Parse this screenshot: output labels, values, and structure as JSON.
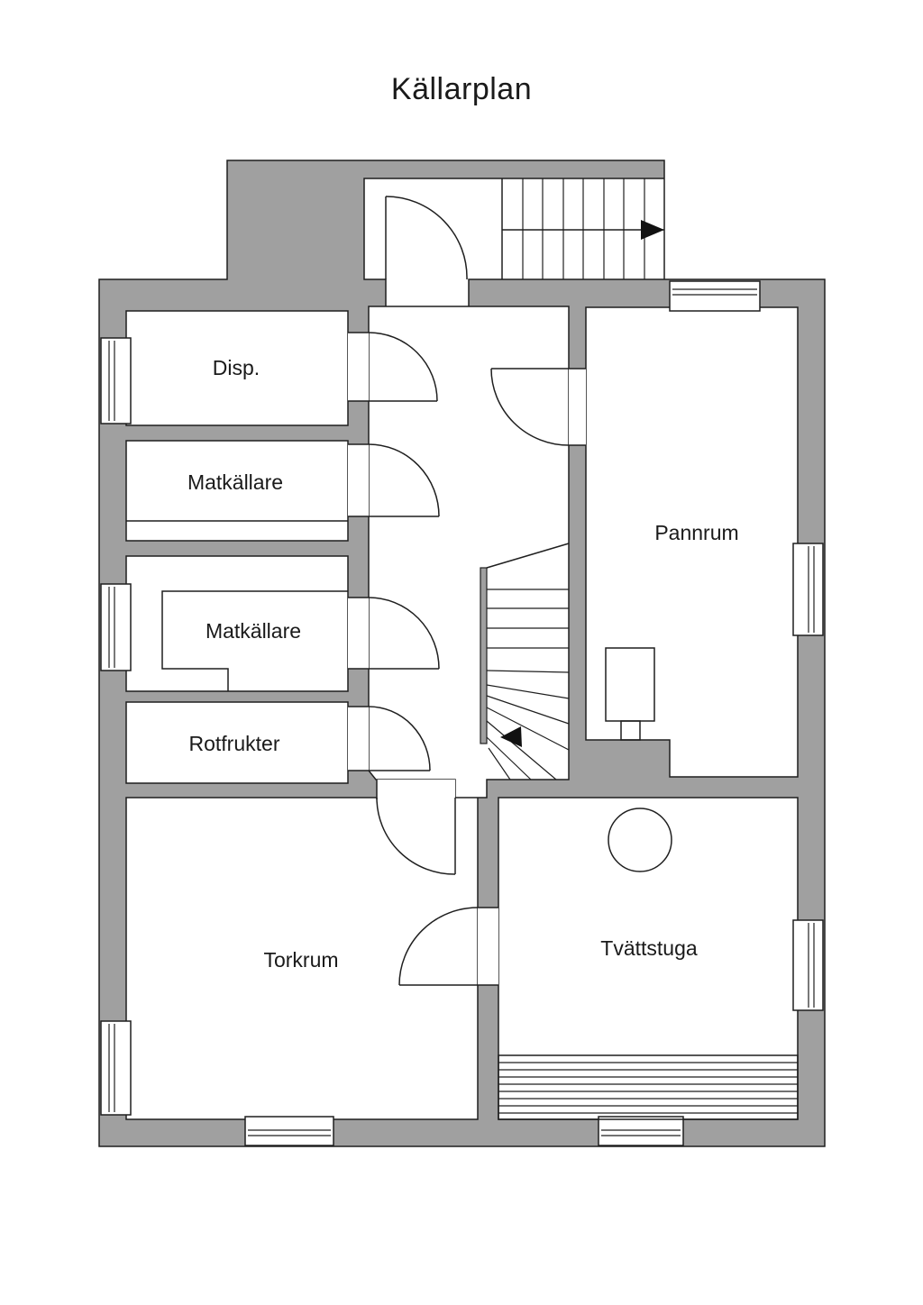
{
  "title": "Källarplan",
  "colors": {
    "wall": "#a0a0a0",
    "line": "#1f1f1f",
    "background": "#ffffff"
  },
  "rooms": [
    {
      "id": "disp",
      "label": "Disp."
    },
    {
      "id": "matkallare-1",
      "label": "Matkällare"
    },
    {
      "id": "matkallare-2",
      "label": "Matkällare"
    },
    {
      "id": "rotfrukter",
      "label": "Rotfrukter"
    },
    {
      "id": "pannrum",
      "label": "Pannrum"
    },
    {
      "id": "torkrum",
      "label": "Torkrum"
    },
    {
      "id": "tvattstuga",
      "label": "Tvättstuga"
    }
  ]
}
